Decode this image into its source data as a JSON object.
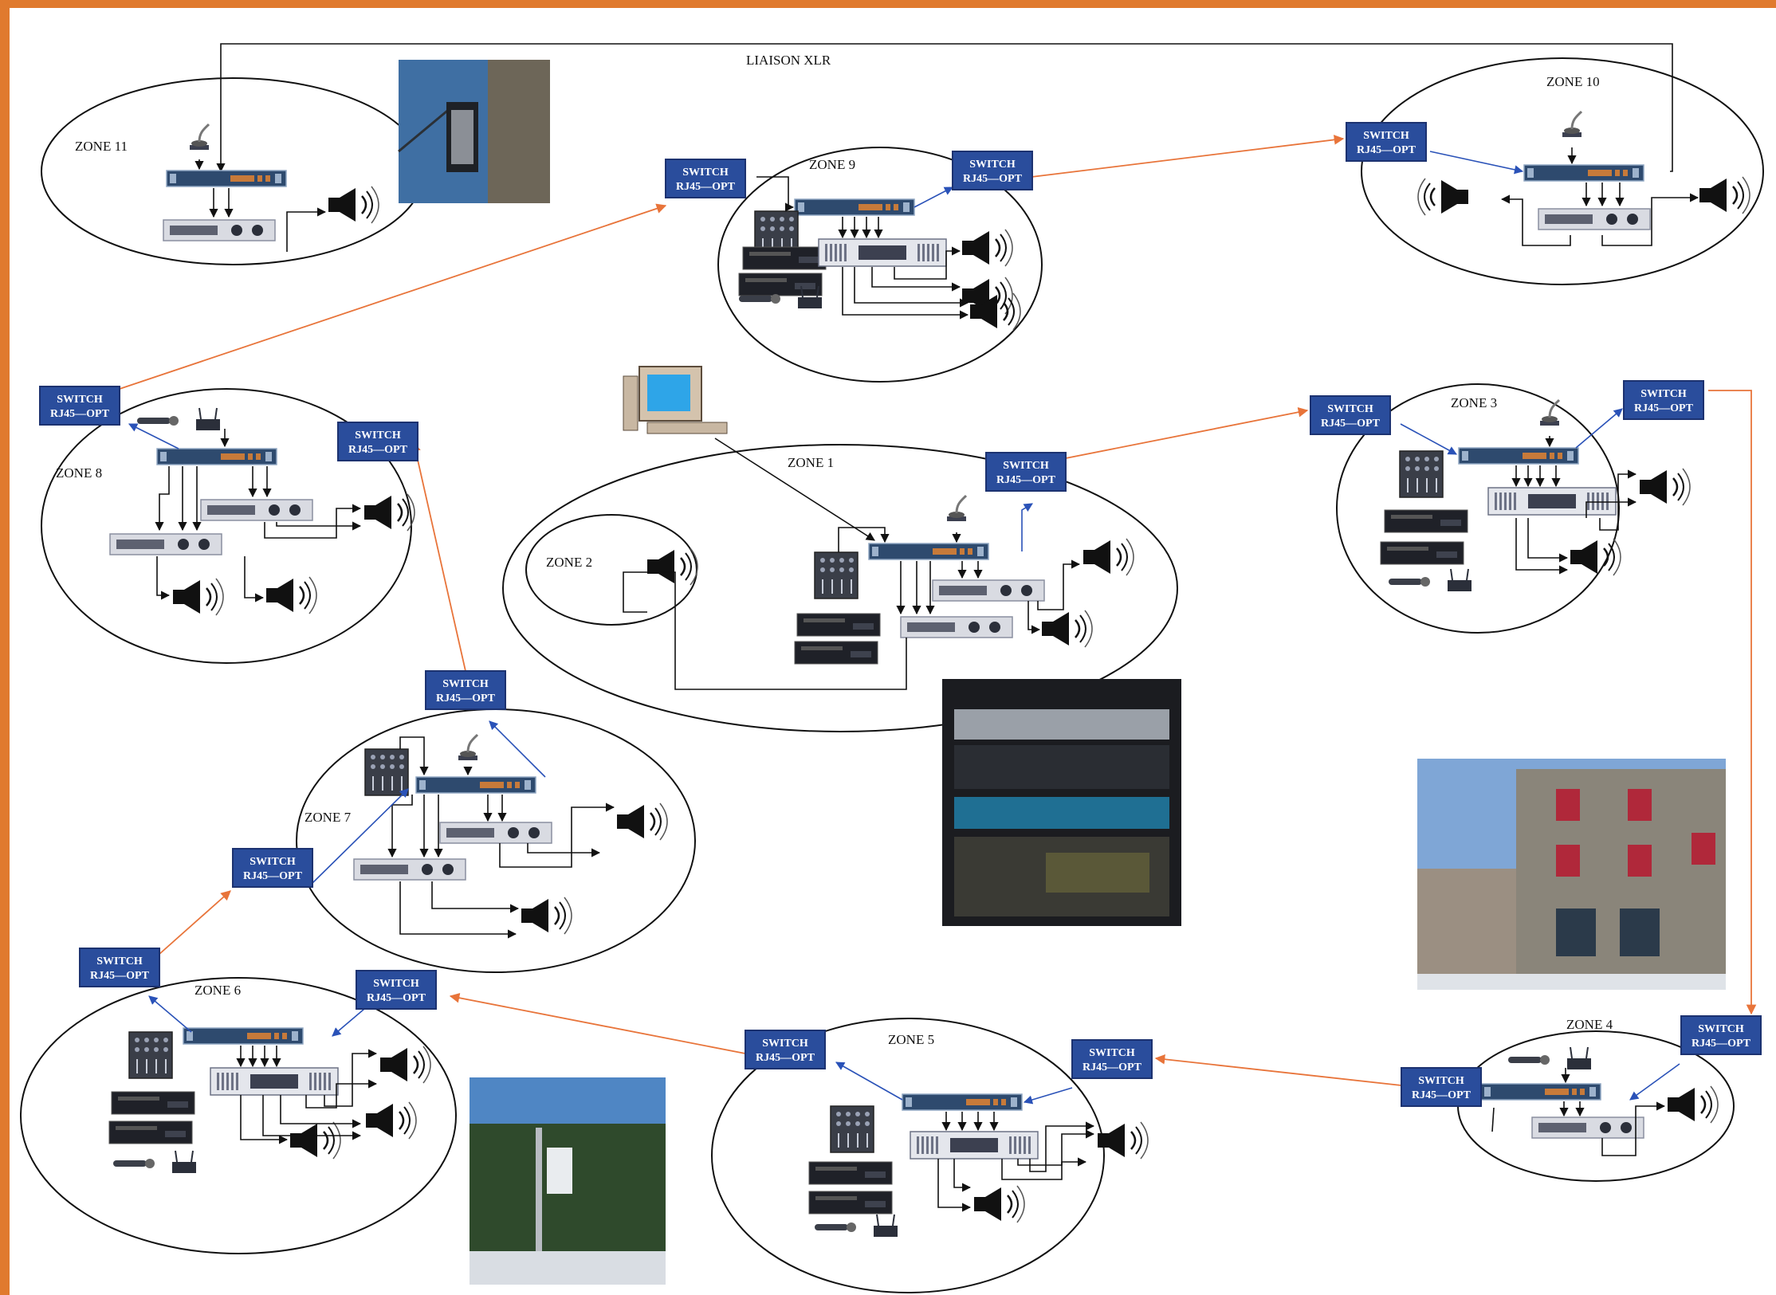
{
  "diagram": {
    "link_label": "LIAISON XLR",
    "zones": {
      "z1": "ZONE 1",
      "z2": "ZONE 2",
      "z3": "ZONE 3",
      "z4": "ZONE 4",
      "z5": "ZONE 5",
      "z6": "ZONE 6",
      "z7": "ZONE 7",
      "z8": "ZONE 8",
      "z9": "ZONE 9",
      "z10": "ZONE 10",
      "z11": "ZONE 11"
    },
    "switch": {
      "line1": "SWITCH",
      "line2": "RJ45—OPT"
    }
  },
  "colors": {
    "border": "#e07a2e",
    "switch_fill": "#2a4d9c",
    "fiber_link": "#e8743a",
    "network_link": "#2a52b8",
    "audio_link": "#111111"
  },
  "icons": [
    "microphone-icon",
    "processor-icon",
    "amplifier-icon",
    "speaker-icon",
    "mixer-icon",
    "cd-player-icon",
    "wireless-mic-icon",
    "computer-icon"
  ],
  "photos": [
    "outdoor-horn-speaker-photo",
    "equipment-rack-photo",
    "stone-building-photo",
    "pole-speaker-photo"
  ]
}
